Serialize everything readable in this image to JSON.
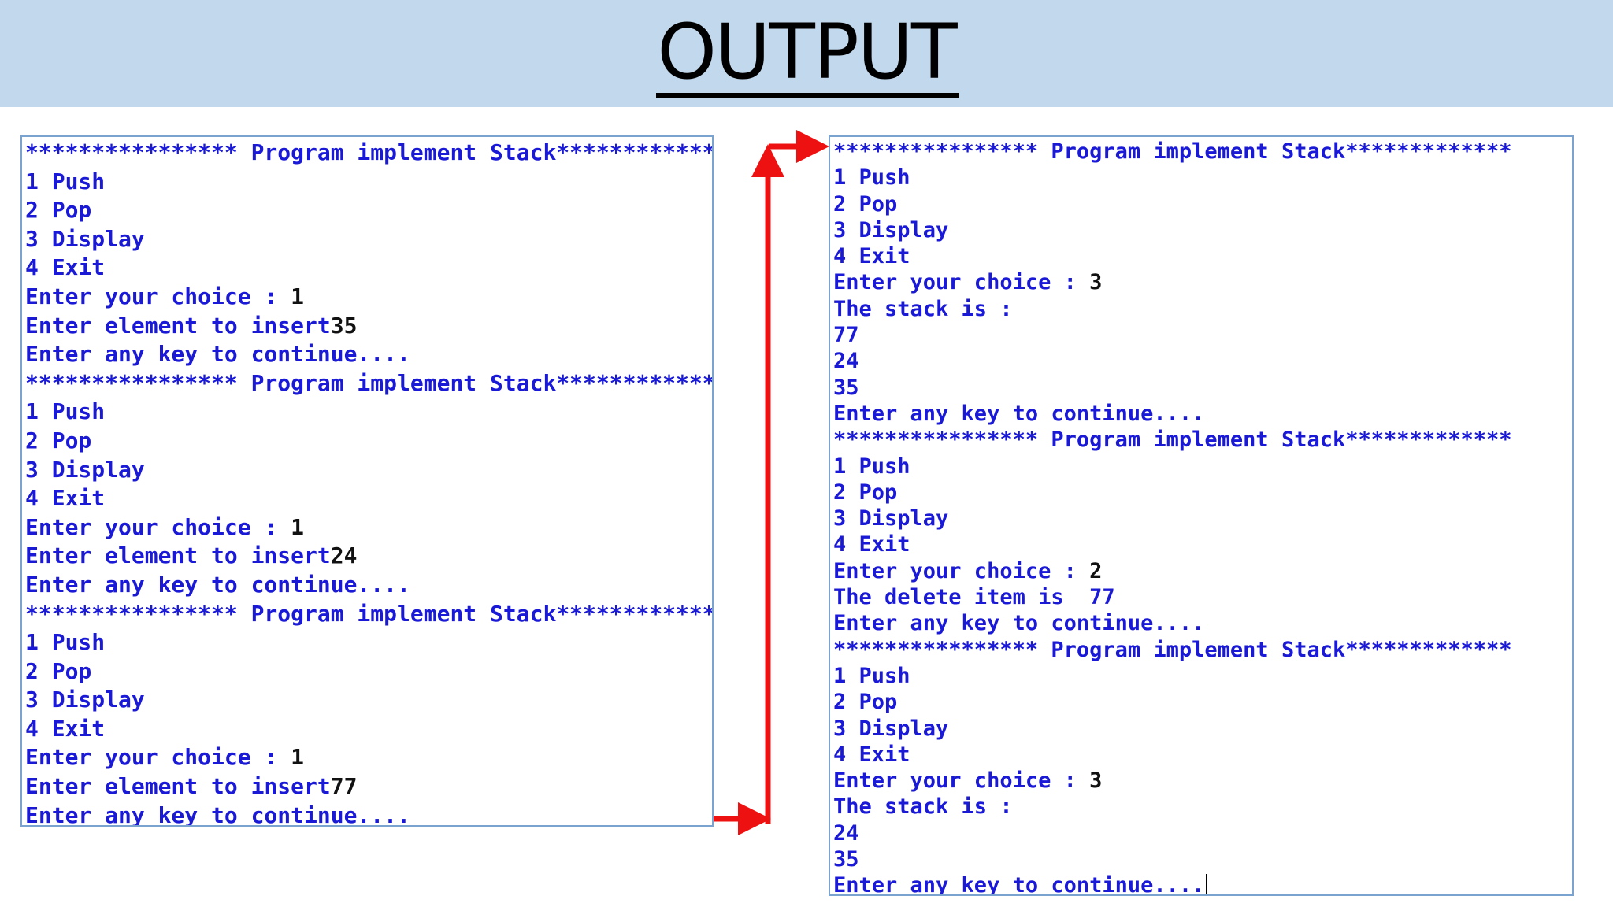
{
  "banner": {
    "title": "OUTPUT",
    "bg_color": "#c2d8ec"
  },
  "colors": {
    "console_text": "#1a1ad6",
    "user_input": "#111111",
    "arrow": "#ee1111",
    "border": "#7aa4cf"
  },
  "left_console": {
    "lines": [
      {
        "text": "**************** Program implement Stack*************",
        "input": ""
      },
      {
        "text": "1 Push",
        "input": ""
      },
      {
        "text": "2 Pop",
        "input": ""
      },
      {
        "text": "3 Display",
        "input": ""
      },
      {
        "text": "4 Exit",
        "input": ""
      },
      {
        "text": "Enter your choice : ",
        "input": "1"
      },
      {
        "text": "Enter element to insert",
        "input": "35"
      },
      {
        "text": "Enter any key to continue....",
        "input": ""
      },
      {
        "text": "**************** Program implement Stack*************",
        "input": ""
      },
      {
        "text": "1 Push",
        "input": ""
      },
      {
        "text": "2 Pop",
        "input": ""
      },
      {
        "text": "3 Display",
        "input": ""
      },
      {
        "text": "4 Exit",
        "input": ""
      },
      {
        "text": "Enter your choice : ",
        "input": "1"
      },
      {
        "text": "Enter element to insert",
        "input": "24"
      },
      {
        "text": "Enter any key to continue....",
        "input": ""
      },
      {
        "text": "**************** Program implement Stack*************",
        "input": ""
      },
      {
        "text": "1 Push",
        "input": ""
      },
      {
        "text": "2 Pop",
        "input": ""
      },
      {
        "text": "3 Display",
        "input": ""
      },
      {
        "text": "4 Exit",
        "input": ""
      },
      {
        "text": "Enter your choice : ",
        "input": "1"
      },
      {
        "text": "Enter element to insert",
        "input": "77"
      },
      {
        "text": "Enter any key to continue....",
        "input": ""
      }
    ]
  },
  "right_console": {
    "lines": [
      {
        "text": "**************** Program implement Stack*************",
        "input": ""
      },
      {
        "text": "1 Push",
        "input": ""
      },
      {
        "text": "2 Pop",
        "input": ""
      },
      {
        "text": "3 Display",
        "input": ""
      },
      {
        "text": "4 Exit",
        "input": ""
      },
      {
        "text": "Enter your choice : ",
        "input": "3"
      },
      {
        "text": "The stack is :",
        "input": ""
      },
      {
        "text": "77",
        "input": ""
      },
      {
        "text": "24",
        "input": ""
      },
      {
        "text": "35",
        "input": ""
      },
      {
        "text": "Enter any key to continue....",
        "input": ""
      },
      {
        "text": "**************** Program implement Stack*************",
        "input": ""
      },
      {
        "text": "1 Push",
        "input": ""
      },
      {
        "text": "2 Pop",
        "input": ""
      },
      {
        "text": "3 Display",
        "input": ""
      },
      {
        "text": "4 Exit",
        "input": ""
      },
      {
        "text": "Enter your choice : ",
        "input": "2"
      },
      {
        "text": "The delete item is  77",
        "input": ""
      },
      {
        "text": "Enter any key to continue....",
        "input": ""
      },
      {
        "text": "**************** Program implement Stack*************",
        "input": ""
      },
      {
        "text": "1 Push",
        "input": ""
      },
      {
        "text": "2 Pop",
        "input": ""
      },
      {
        "text": "3 Display",
        "input": ""
      },
      {
        "text": "4 Exit",
        "input": ""
      },
      {
        "text": "Enter your choice : ",
        "input": "3"
      },
      {
        "text": "The stack is :",
        "input": ""
      },
      {
        "text": "24",
        "input": ""
      },
      {
        "text": "35",
        "input": ""
      },
      {
        "text": "Enter any key to continue....",
        "input": ""
      }
    ]
  }
}
